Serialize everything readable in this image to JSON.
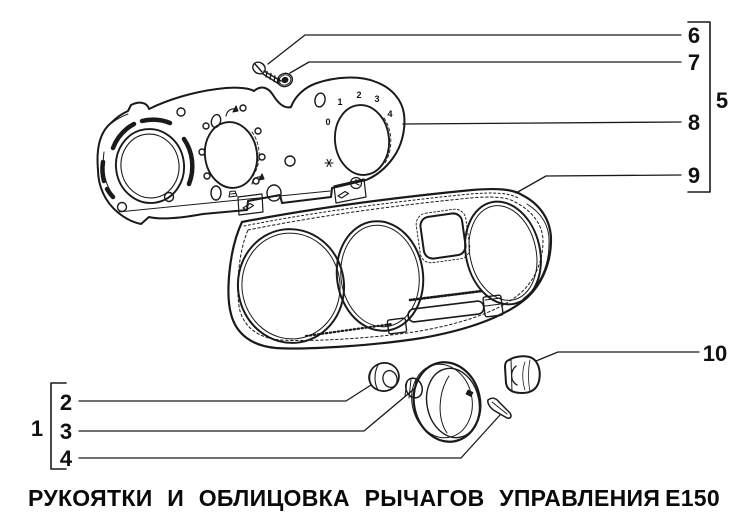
{
  "diagram": {
    "caption": {
      "title": "РУКОЯТКИ И ОБЛИЦОВКА РЫЧАГОВ УПРАВЛЕНИЯ",
      "code": "Е150"
    },
    "callouts": {
      "n1": "1",
      "n2": "2",
      "n3": "3",
      "n4": "4",
      "n5": "5",
      "n6": "6",
      "n7": "7",
      "n8": "8",
      "n9": "9",
      "n10": "10"
    },
    "gauge_scale": [
      "0",
      "1",
      "2",
      "3",
      "4"
    ],
    "colors": {
      "ink": "#1a1a1a",
      "background": "#ffffff"
    }
  }
}
